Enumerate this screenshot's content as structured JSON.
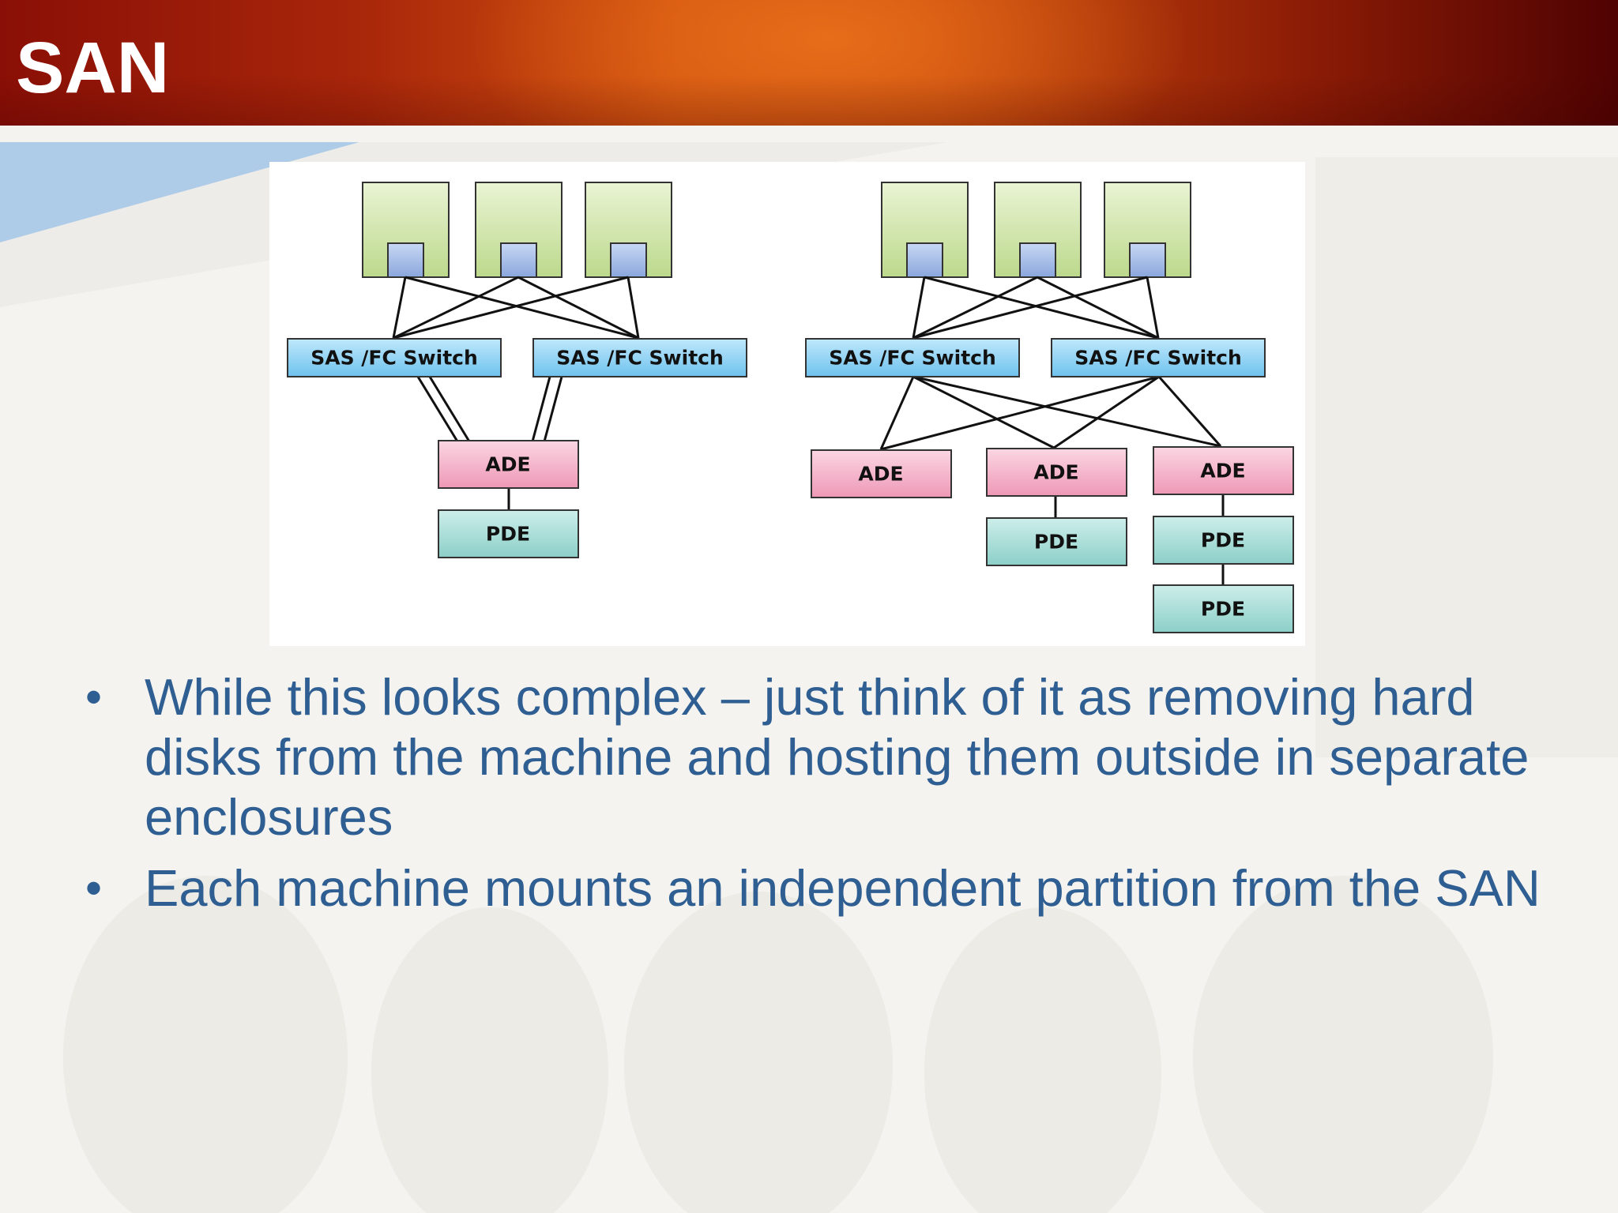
{
  "slide": {
    "title": "SAN"
  },
  "diagram": {
    "switch_label": "SAS /FC Switch",
    "ade_label": "ADE",
    "pde_label": "PDE",
    "colors": {
      "server": "#d6e8b0",
      "port": "#9fb8e6",
      "switch": "#8fd0f4",
      "ade": "#f3b5cb",
      "pde": "#a9dcd8"
    }
  },
  "bullets": [
    {
      "text": "While this looks complex – just think of it as removing hard disks from the machine and hosting them outside in separate enclosures"
    },
    {
      "text": "Each machine mounts an independent partition from the SAN"
    }
  ]
}
